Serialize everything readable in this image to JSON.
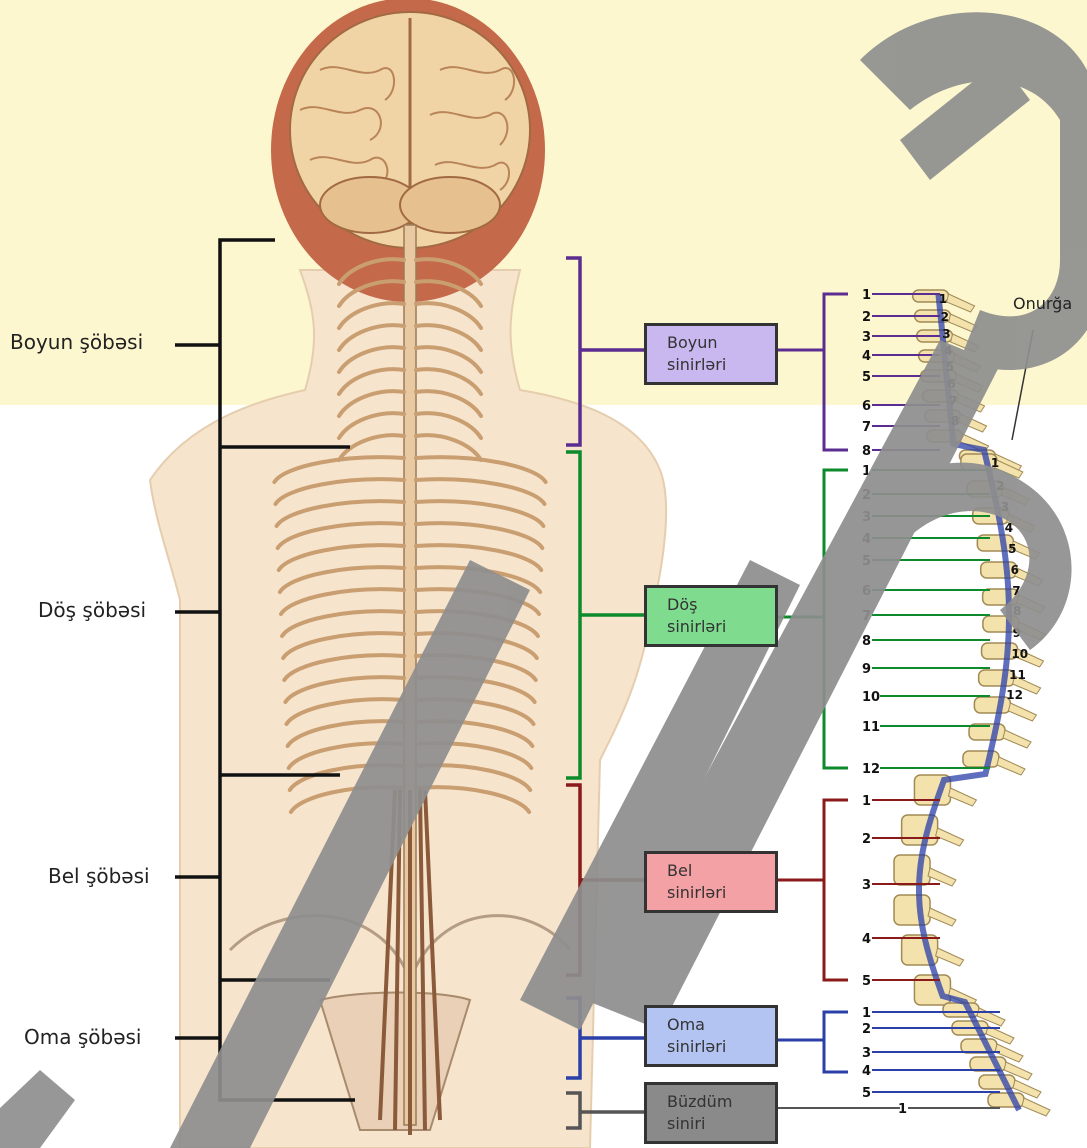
{
  "sections": [
    {
      "label": "Boyun şöbəsi"
    },
    {
      "label": "Döş şöbəsi"
    },
    {
      "label": "Bel şöbəsi"
    },
    {
      "label": "Oma şöbəsi"
    }
  ],
  "nerve_groups": [
    {
      "line1": "Boyun",
      "line2": "sinirləri",
      "color": "#5b2d91",
      "fill": "#c9b7ef"
    },
    {
      "line1": "Döş",
      "line2": "sinirləri",
      "color": "#0d8a2b",
      "fill": "#7fdc8f"
    },
    {
      "line1": "Bel",
      "line2": "sinirləri",
      "color": "#8b1a1a",
      "fill": "#f3a1a4"
    },
    {
      "line1": "Oma",
      "line2": "sinirləri",
      "color": "#2a3fa8",
      "fill": "#b4c4f2"
    },
    {
      "line1": "Büzdüm",
      "line2": "siniri",
      "color": "#555555",
      "fill": "#8a8a8a"
    }
  ],
  "spine_label": "Onurğa",
  "nerve_numbers": {
    "cervical": [
      "1",
      "2",
      "3",
      "4",
      "5",
      "6",
      "7",
      "8"
    ],
    "thoracic": [
      "1",
      "2",
      "3",
      "4",
      "5",
      "6",
      "7",
      "8",
      "9",
      "10",
      "11",
      "12"
    ],
    "lumbar": [
      "1",
      "2",
      "3",
      "4",
      "5"
    ],
    "sacral": [
      "1",
      "2",
      "3",
      "4",
      "5"
    ],
    "coccygeal": [
      "1"
    ]
  },
  "vertebra_numbers": {
    "cervical": [
      "1",
      "2",
      "3",
      "4",
      "5",
      "6",
      "7",
      "8"
    ],
    "thoracic": [
      "1",
      "2",
      "3",
      "4",
      "5",
      "6",
      "7",
      "8",
      "9",
      "10",
      "11",
      "12"
    ]
  },
  "colors": {
    "highlight_band": "#fdf7cf",
    "skin": "#f7e4cc",
    "nerve_tan": "#d9b48a",
    "vertebra": "#f3e2ac",
    "bracket_black": "#111111"
  }
}
